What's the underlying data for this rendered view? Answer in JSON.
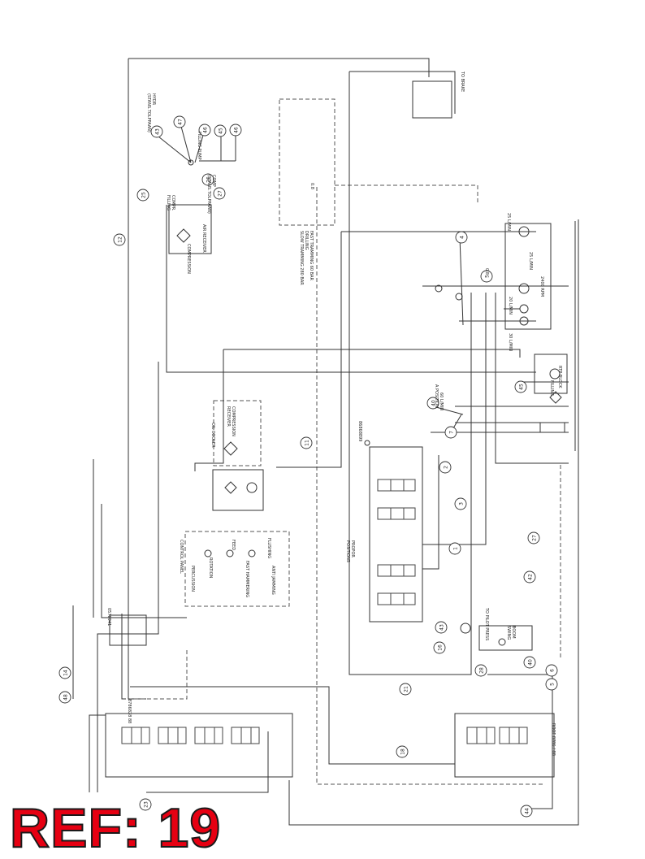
{
  "ref_label": "REF: 19",
  "callouts": [
    "12",
    "25",
    "43",
    "47",
    "46",
    "45",
    "46",
    "26",
    "27",
    "4",
    "5",
    "45",
    "40",
    "7",
    "11",
    "2",
    "3",
    "1",
    "27",
    "42",
    "43",
    "16",
    "28",
    "40",
    "6",
    "5",
    "21",
    "48",
    "14",
    "23",
    "18",
    "44"
  ],
  "labels": {
    "hydr_stans": "HYDR\n(STANS.TOLPPAAN)",
    "filling_pump": "FILLING PUMP",
    "comp_stans": "COMP\n(STANS.TOLPPAAN)",
    "compr_filling": "COMPR.\nFILLING",
    "air_receiver": "AIR RECEIVER",
    "compression": "COMPRESSION",
    "fast_tramming": "FAST TRAMMING 60 BAR\nDRILLING\nSLOW TRAMMING 280 BAR",
    "gearbox_pilot": "TO BRAKE",
    "oil_cooler": "OIL COOLER",
    "compression_receiver": "COMPRESSION\nRECEIVER",
    "control_panel": "CONTROL PANEL",
    "percussion": "PERCUSSION",
    "rotation": "ROTATION",
    "feed": "FEED",
    "flushing": "FLUSHING",
    "fast_hammering": "FAST HAMMERING",
    "anti_jamming": "ANTI JAMMING",
    "valve_block_top": "86868899",
    "valve_block_a": "PROPOR\nPOSITIONS",
    "valve_block_b": "0578941",
    "valve_block_c": "8786828 88",
    "valve_block_d": "ROOF 8786 / 88",
    "pilot_pressure": "TO PILOT PRESS",
    "boom_swing": "BOOM\nSWING",
    "hose_label": "FILLING",
    "pump_label": "25 L/MIN",
    "flow_1": "25 L/MIN",
    "flow_2": "20 L/MIN",
    "flow_3": "30 L/MIN",
    "flow_4": "2400 RPM",
    "d_08": "0.8",
    "d_08b": "0.8",
    "pilot_a": "A POSITION",
    "pilot_b": "60 L/MIN",
    "pilot_c": "RTP BLOCK"
  }
}
